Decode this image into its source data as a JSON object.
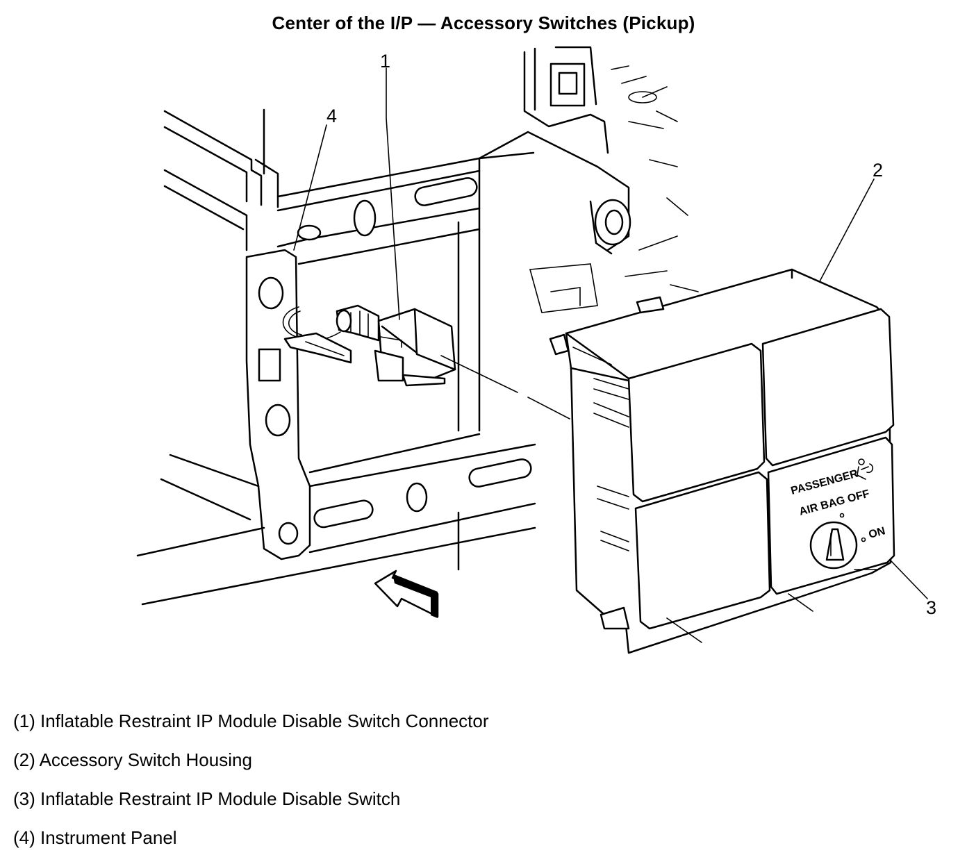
{
  "title": "Center of the I/P — Accessory Switches (Pickup)",
  "callouts": [
    "1",
    "2",
    "3",
    "4"
  ],
  "switch_labels": {
    "line1": "PASSENGER",
    "line2": "AIR BAG OFF",
    "on": "ON"
  },
  "legend": [
    "(1) Inflatable Restraint IP Module Disable Switch Connector",
    "(2) Accessory Switch Housing",
    "(3) Inflatable Restraint IP Module Disable Switch",
    "(4) Instrument Panel"
  ]
}
